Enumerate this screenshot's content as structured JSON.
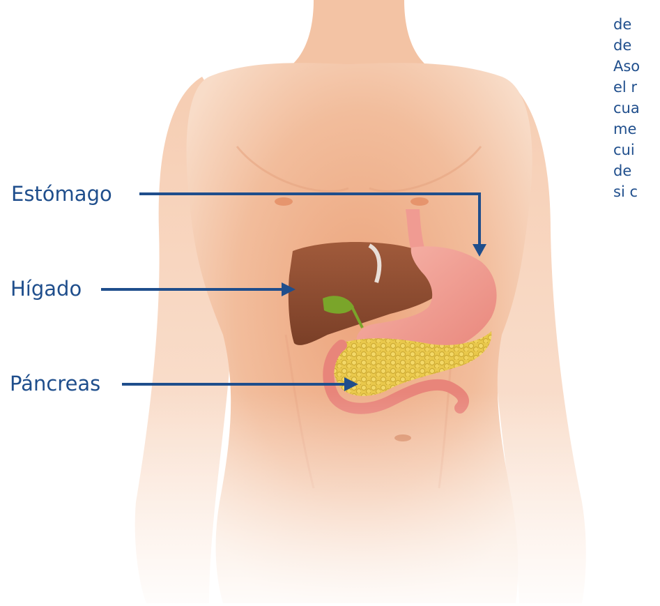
{
  "labels": {
    "stomach": "Estómago",
    "liver": "Hígado",
    "pancreas": "Páncreas"
  },
  "side_text_lines": [
    "de",
    "de",
    "Aso",
    "el r",
    "cua",
    "me",
    "cui",
    "de",
    "si c"
  ],
  "colors": {
    "label_text": "#1f4e8c",
    "leader_arrow": "#1f4e8c",
    "skin": "#f0b48f",
    "liver": "#8b4a2f",
    "stomach": "#f3a49a",
    "pancreas": "#e9c84b",
    "gallbladder": "#7aa52a"
  },
  "icons": [
    "stomach-illustration",
    "liver-illustration",
    "pancreas-illustration",
    "gallbladder-illustration"
  ]
}
